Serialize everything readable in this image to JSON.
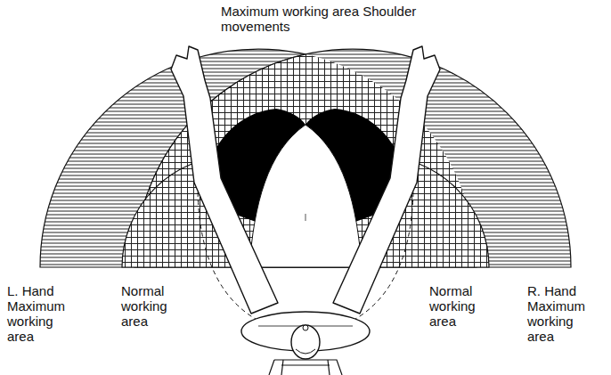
{
  "diagram": {
    "labels": [
      "Maximum working area Shoulder movements",
      "L. Hand Maximum working area",
      "Normal working area",
      "Normal working area",
      "R. Hand Maximum working area"
    ]
  }
}
